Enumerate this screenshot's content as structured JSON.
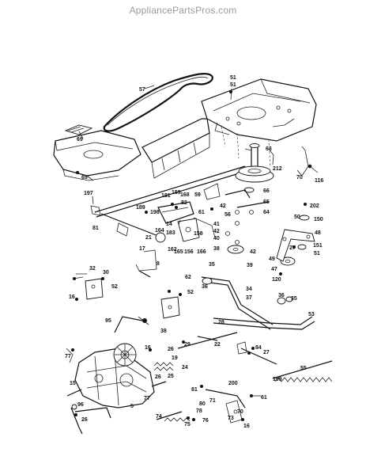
{
  "watermark": "AppliancePartsPros.com",
  "callouts": [
    {
      "id": "c57",
      "text": "57"
    },
    {
      "id": "c51a",
      "text": "51"
    },
    {
      "id": "c51b",
      "text": "51"
    },
    {
      "id": "c69a",
      "text": "69"
    },
    {
      "id": "c69b",
      "text": "69"
    },
    {
      "id": "c63",
      "text": "63"
    },
    {
      "id": "c212",
      "text": "212"
    },
    {
      "id": "c70",
      "text": "70"
    },
    {
      "id": "c116",
      "text": "116"
    },
    {
      "id": "c197",
      "text": "197"
    },
    {
      "id": "c59",
      "text": "59"
    },
    {
      "id": "c181",
      "text": "181"
    },
    {
      "id": "c159",
      "text": "159"
    },
    {
      "id": "c168",
      "text": "168"
    },
    {
      "id": "c189",
      "text": "189"
    },
    {
      "id": "c198",
      "text": "198"
    },
    {
      "id": "c82",
      "text": "82"
    },
    {
      "id": "c66",
      "text": "66"
    },
    {
      "id": "c65",
      "text": "65"
    },
    {
      "id": "c42a",
      "text": "42"
    },
    {
      "id": "c56",
      "text": "56"
    },
    {
      "id": "c61",
      "text": "61"
    },
    {
      "id": "c64",
      "text": "64"
    },
    {
      "id": "c81",
      "text": "81"
    },
    {
      "id": "c14",
      "text": "14"
    },
    {
      "id": "c164",
      "text": "164"
    },
    {
      "id": "c183",
      "text": "183"
    },
    {
      "id": "c41",
      "text": "41"
    },
    {
      "id": "c42b",
      "text": "42"
    },
    {
      "id": "c40",
      "text": "40"
    },
    {
      "id": "c202",
      "text": "202"
    },
    {
      "id": "c150",
      "text": "150"
    },
    {
      "id": "c50",
      "text": "50"
    },
    {
      "id": "c48",
      "text": "48"
    },
    {
      "id": "c21",
      "text": "21"
    },
    {
      "id": "c158",
      "text": "158"
    },
    {
      "id": "c38",
      "text": "38"
    },
    {
      "id": "c42c",
      "text": "42"
    },
    {
      "id": "c27a",
      "text": "27"
    },
    {
      "id": "c151",
      "text": "151"
    },
    {
      "id": "c17",
      "text": "17"
    },
    {
      "id": "c162",
      "text": "162"
    },
    {
      "id": "c165",
      "text": "165"
    },
    {
      "id": "c156",
      "text": "156"
    },
    {
      "id": "c166",
      "text": "166"
    },
    {
      "id": "c39",
      "text": "39"
    },
    {
      "id": "c49",
      "text": "49"
    },
    {
      "id": "c51c",
      "text": "51"
    },
    {
      "id": "c8",
      "text": "8"
    },
    {
      "id": "c35a",
      "text": "35"
    },
    {
      "id": "c47",
      "text": "47"
    },
    {
      "id": "c32",
      "text": "32"
    },
    {
      "id": "c62",
      "text": "62"
    },
    {
      "id": "c36a",
      "text": "36"
    },
    {
      "id": "c120",
      "text": "120"
    },
    {
      "id": "c30",
      "text": "30"
    },
    {
      "id": "c52a",
      "text": "52"
    },
    {
      "id": "c34",
      "text": "34"
    },
    {
      "id": "c16a",
      "text": "16"
    },
    {
      "id": "c52b",
      "text": "52"
    },
    {
      "id": "c37",
      "text": "37"
    },
    {
      "id": "c36b",
      "text": "36"
    },
    {
      "id": "c35b",
      "text": "35"
    },
    {
      "id": "c53",
      "text": "53"
    },
    {
      "id": "c95",
      "text": "95"
    },
    {
      "id": "c28",
      "text": "28"
    },
    {
      "id": "c38b",
      "text": "38"
    },
    {
      "id": "c29",
      "text": "29"
    },
    {
      "id": "c22",
      "text": "22"
    },
    {
      "id": "c26a",
      "text": "26"
    },
    {
      "id": "c16b",
      "text": "16"
    },
    {
      "id": "c84",
      "text": "84"
    },
    {
      "id": "c27b",
      "text": "27"
    },
    {
      "id": "c77a",
      "text": "77"
    },
    {
      "id": "c19",
      "text": "19"
    },
    {
      "id": "c24",
      "text": "24"
    },
    {
      "id": "c25",
      "text": "25"
    },
    {
      "id": "c26b",
      "text": "26"
    },
    {
      "id": "c55",
      "text": "55"
    },
    {
      "id": "c199",
      "text": "199"
    },
    {
      "id": "c15",
      "text": "15"
    },
    {
      "id": "c200",
      "text": "200"
    },
    {
      "id": "c81b",
      "text": "81"
    },
    {
      "id": "c71",
      "text": "71"
    },
    {
      "id": "c61b",
      "text": "61"
    },
    {
      "id": "c77b",
      "text": "77"
    },
    {
      "id": "c96",
      "text": "96"
    },
    {
      "id": "c26c",
      "text": "26"
    },
    {
      "id": "c78",
      "text": "78"
    },
    {
      "id": "c74",
      "text": "74"
    },
    {
      "id": "c76",
      "text": "76"
    },
    {
      "id": "c75",
      "text": "75"
    },
    {
      "id": "c73",
      "text": "73"
    },
    {
      "id": "c16c",
      "text": "16"
    },
    {
      "id": "c5",
      "text": "5"
    },
    {
      "id": "c80",
      "text": "80"
    },
    {
      "id": "c70b",
      "text": "70"
    }
  ]
}
